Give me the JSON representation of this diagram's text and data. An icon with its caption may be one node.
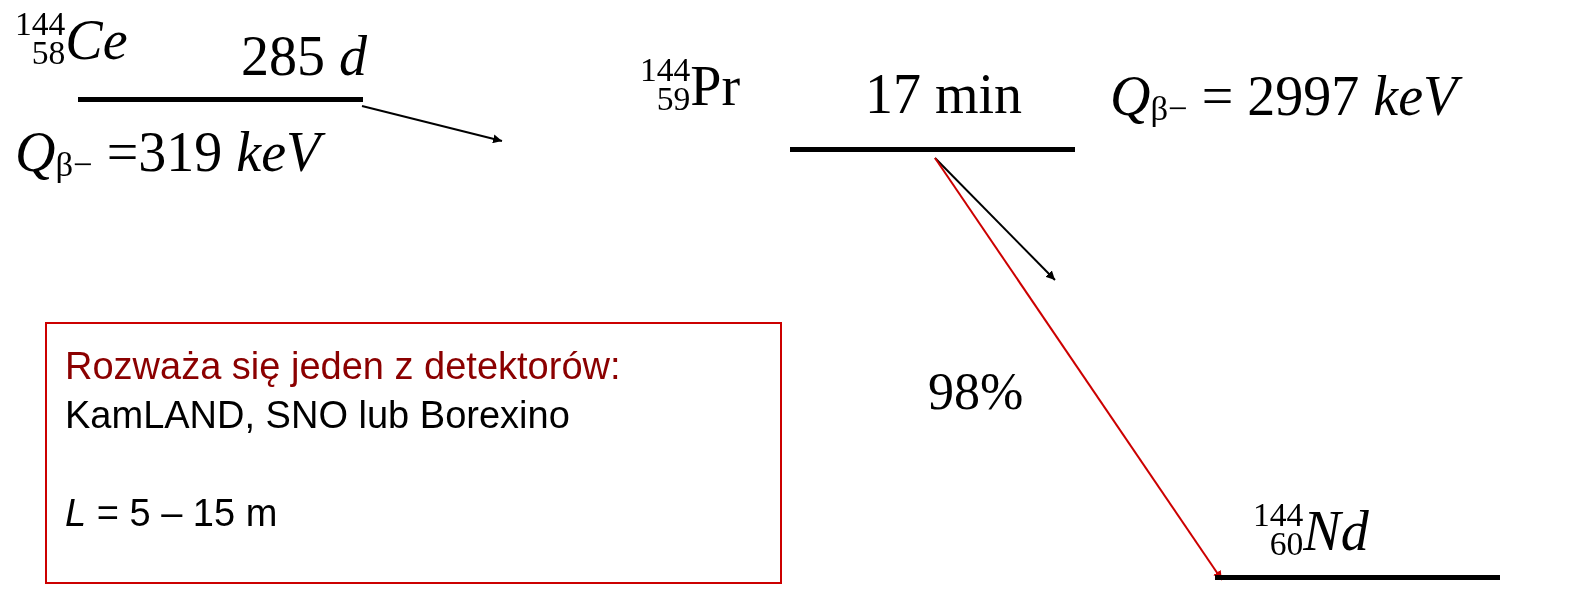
{
  "diagram": {
    "nodes": [
      {
        "text": [
          "$^{144}$$_{58}$*Ce*",
          "285 *d*"
        ],
        "beside": [
          "*Q*$_{β−}$ =319 *keV*"
        ]
      },
      {
        "text": [
          "$^{144}$$_{59}$Pr",
          "17 min"
        ],
        "beside": [
          "*Q*$_{β−}$ = 2997 *keV*"
        ]
      },
      {
        "text": [
          "$^{144}$$_{60}$*Nd*"
        ]
      },
      {
        "text": [
          "Rozważa się jeden z detektorów:",
          "KamLAND, SNO lub Borexino",
          "*L* = 5 – 15 m"
        ]
      }
    ],
    "edges": [
      {
        "from": 0,
        "to": null,
        "arrow": "to"
      },
      {
        "from": 1,
        "to": null,
        "arrow": "to"
      },
      {
        "from": 1,
        "to": 2,
        "arrow": "to",
        "label": "98%",
        "color": "#cc0000"
      }
    ]
  }
}
